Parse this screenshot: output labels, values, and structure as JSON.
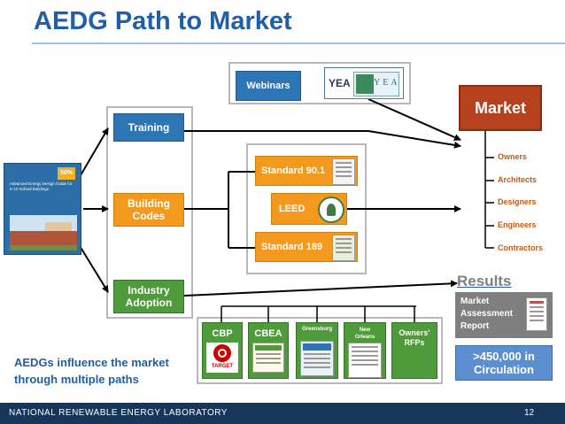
{
  "title": "AEDG Path to Market",
  "inputs": {
    "webinars": "Webinars",
    "yea": "YEA",
    "yea_logo": "YEA"
  },
  "channels": {
    "training": "Training",
    "building_codes": "Building Codes",
    "industry_adoption": "Industry Adoption"
  },
  "standards": {
    "std901": "Standard 90.1",
    "leed": "LEED",
    "std189": "Standard 189"
  },
  "market": {
    "title": "Market",
    "items": [
      "Owners",
      "Architects",
      "Designers",
      "Engineers",
      "Contractors"
    ]
  },
  "results": {
    "heading": "Results",
    "report": "Market Assessment Report",
    "circulation": ">450,000 in Circulation"
  },
  "adopters": {
    "cbp": "CBP",
    "cbea": "CBEA",
    "greensburg": "Greensburg",
    "new_orleans": "New Orleans",
    "owners_rfps": "Owners' RFPs",
    "target_logo": "TARGET"
  },
  "guide_cover": {
    "badge": "50%",
    "title": "Advanced Energy Design Guide for K-12 School Buildings"
  },
  "caption": "AEDGs influence the market through multiple paths",
  "footer": {
    "org": "NATIONAL RENEWABLE ENERGY LABORATORY",
    "page": "12"
  },
  "colors": {
    "title": "#1f5fa8",
    "blue": "#2e75b6",
    "orange": "#f39a1e",
    "green": "#4f9a3a",
    "market": "#b5421d",
    "footer": "#16365c"
  }
}
